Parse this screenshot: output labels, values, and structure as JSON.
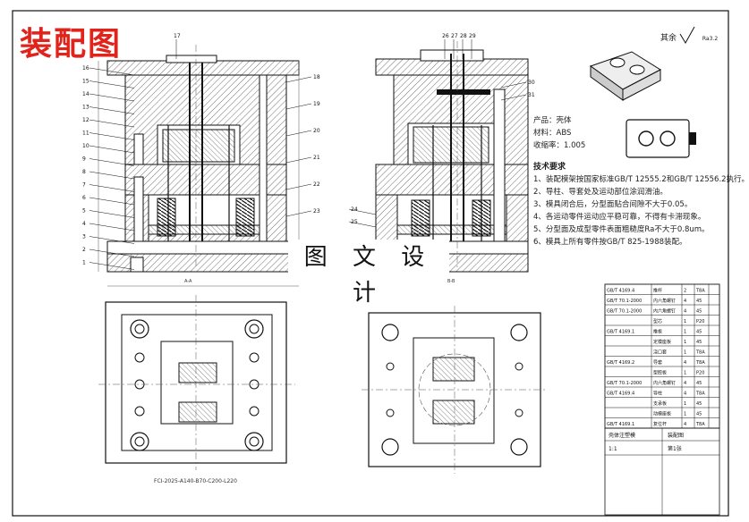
{
  "drawing": {
    "stamp": "装配图",
    "watermark": "图 文 设 计",
    "roughness": {
      "label": "其余",
      "value": "Ra3.2"
    },
    "part_info": {
      "name": "产品：壳体",
      "material": "材料：ABS",
      "shrinkage": "收缩率：1.005"
    },
    "notes_title": "技术要求",
    "notes": [
      "1、装配模架按国家标准GB/T 12555.2和GB/T 12556.2执行。",
      "2、导柱、导套处及运动部位涂润滑油。",
      "3、模具闭合后，分型面贴合间隙不大于0.05。",
      "4、各运动零件运动应平稳可靠，不得有卡滞现象。",
      "5、分型面及成型零件表面粗糙度Ra不大于0.8um。",
      "6、模具上所有零件按GB/T 825-1988装配。"
    ],
    "mold_base_code": "FCI-2025-A140-B70-C200-L220",
    "section_labels": {
      "left": "A-A",
      "right": "B-B"
    },
    "balloons_left": [
      "1",
      "2",
      "3",
      "4",
      "5",
      "6",
      "7",
      "8",
      "9",
      "10",
      "11",
      "12",
      "13",
      "14",
      "15",
      "16"
    ],
    "balloons_top": [
      "17",
      "26",
      "27",
      "28",
      "29"
    ],
    "balloons_right": [
      "18",
      "19",
      "20",
      "21",
      "22",
      "23",
      "30",
      "31",
      "24",
      "25"
    ]
  },
  "bom": {
    "rows": [
      {
        "code": "GB/T 4169.4",
        "name": "推杆",
        "qty": "2",
        "mat": "T8A"
      },
      {
        "code": "GB/T 70.1-2000",
        "name": "内六角螺钉",
        "qty": "4",
        "mat": "45"
      },
      {
        "code": "GB/T 70.1-2000",
        "name": "内六角螺钉",
        "qty": "4",
        "mat": "45"
      },
      {
        "code": "",
        "name": "型芯",
        "qty": "1",
        "mat": "P20"
      },
      {
        "code": "GB/T 4169.1",
        "name": "推板",
        "qty": "1",
        "mat": "45"
      },
      {
        "code": "",
        "name": "定模座板",
        "qty": "1",
        "mat": "45"
      },
      {
        "code": "",
        "name": "浇口套",
        "qty": "1",
        "mat": "T8A"
      },
      {
        "code": "GB/T 4169.2",
        "name": "导套",
        "qty": "4",
        "mat": "T8A"
      },
      {
        "code": "",
        "name": "型腔板",
        "qty": "1",
        "mat": "P20"
      },
      {
        "code": "GB/T 70.1-2000",
        "name": "内六角螺钉",
        "qty": "4",
        "mat": "45"
      },
      {
        "code": "GB/T 4169.4",
        "name": "导柱",
        "qty": "4",
        "mat": "T8A"
      },
      {
        "code": "",
        "name": "支承板",
        "qty": "1",
        "mat": "45"
      },
      {
        "code": "",
        "name": "动模座板",
        "qty": "1",
        "mat": "45"
      },
      {
        "code": "GB/T 4169.1",
        "name": "复位杆",
        "qty": "4",
        "mat": "T8A"
      }
    ],
    "title_block": {
      "drawing_name": "装配图",
      "school": "壳体注塑模",
      "scale": "1:1",
      "sheet": "第1张"
    }
  }
}
